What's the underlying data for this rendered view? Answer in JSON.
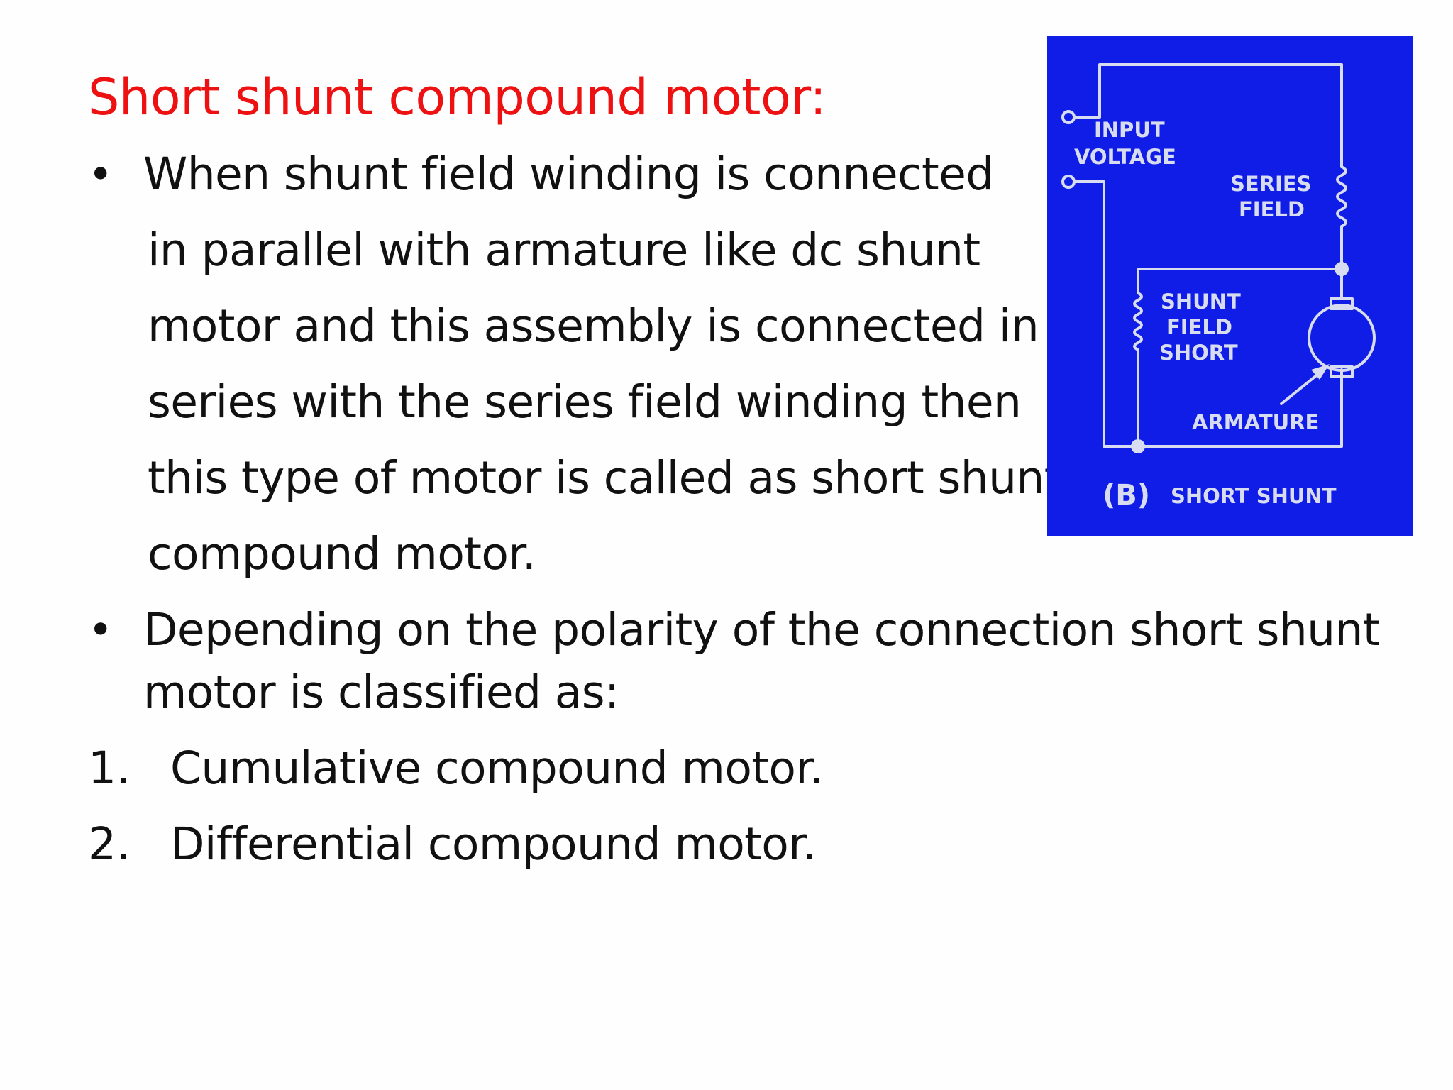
{
  "title": "Short shunt compound motor:",
  "bullets": [
    {
      "lines": [
        "When shunt field winding is connected",
        "in parallel with armature like dc shunt",
        "motor and this assembly is connected in",
        "series with the series field winding then",
        "this type of motor is called as short shunt",
        "compound motor."
      ]
    },
    {
      "lines": [
        "Depending on the polarity of the connection short shunt",
        "motor is classified as:"
      ]
    }
  ],
  "numbered_list": [
    {
      "number": "1.",
      "text": "Cumulative compound motor."
    },
    {
      "number": "2.",
      "text": "Differential compound motor."
    }
  ],
  "figure": {
    "background_color": "#0f1de6",
    "labels": {
      "input_1": "INPUT",
      "input_2": "VOLTAGE",
      "series_1": "SERIES",
      "series_2": "FIELD",
      "shunt_1": "SHUNT",
      "shunt_2": "FIELD",
      "shunt_3": "SHORT",
      "armature": "ARMATURE",
      "caption_tag": "(B)",
      "caption_text": "SHORT SHUNT"
    }
  }
}
